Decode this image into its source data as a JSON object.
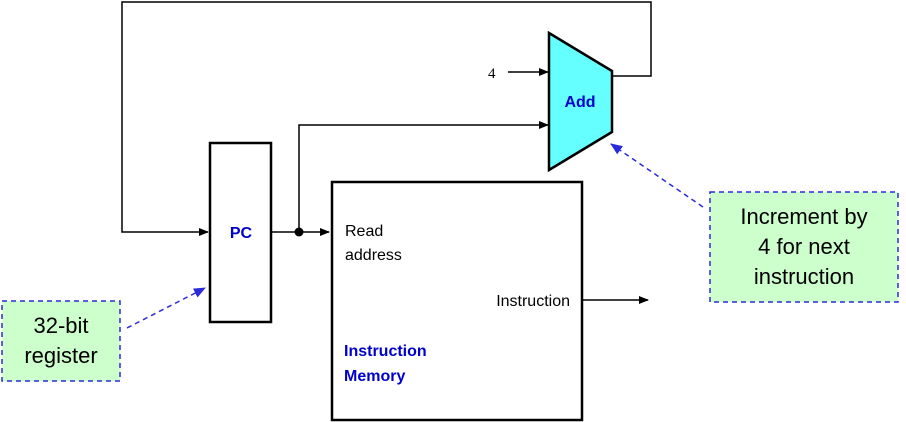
{
  "labels": {
    "add": "Add",
    "pc": "PC",
    "constant_four": "4",
    "read_address_line1": "Read",
    "read_address_line2": "address",
    "instruction_out": "Instruction",
    "memory_line1": "Instruction",
    "memory_line2": "Memory"
  },
  "notes": {
    "increment_line1": "Increment by",
    "increment_line2": "4 for next",
    "increment_line3": "instruction",
    "register_line1": "32-bit",
    "register_line2": "register"
  },
  "colors": {
    "adder_fill": "#66ffff",
    "label_blue": "#0000cc",
    "note_fill": "#ccffcc",
    "note_border": "#2a2ad8",
    "wire": "#000000"
  }
}
